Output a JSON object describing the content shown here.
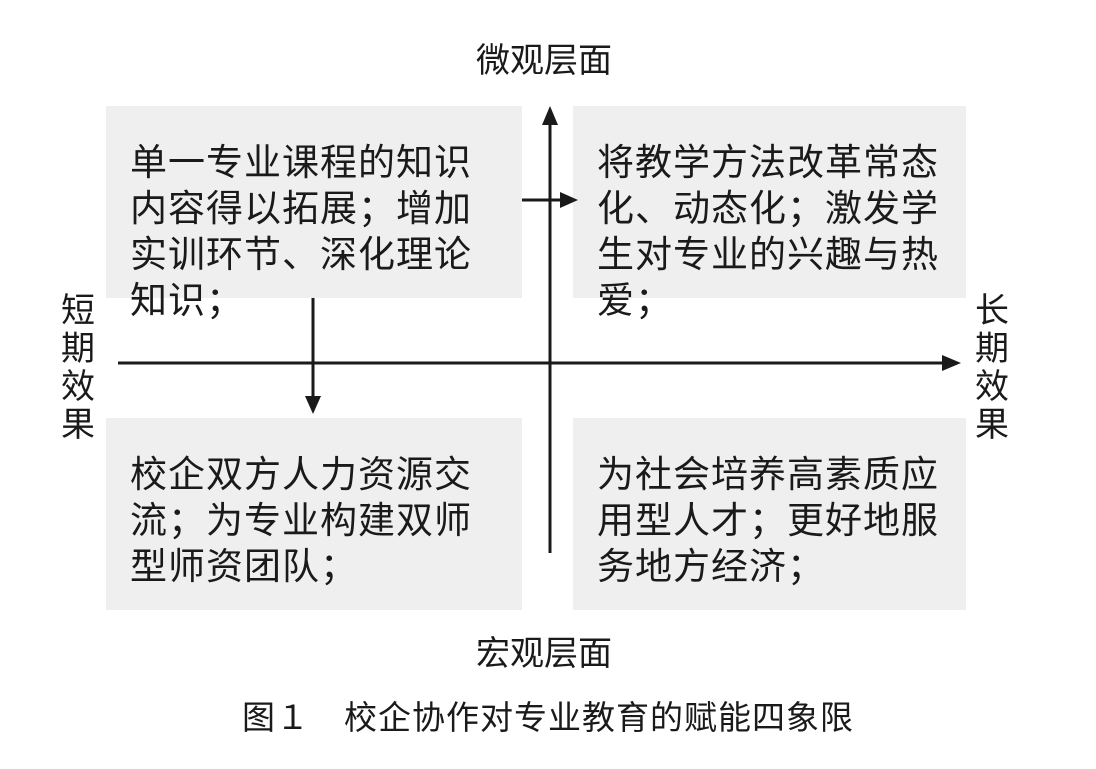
{
  "axes": {
    "top_label": "微观层面",
    "bottom_label": "宏观层面",
    "left_label": "短期效果",
    "right_label": "长期效果"
  },
  "quadrants": {
    "top_left": "单一专业课程的知识内容得以拓展；增加实训环节、深化理论知识；",
    "top_right": "将教学方法改革常态化、动态化；激发学生对专业的兴趣与热爱；",
    "bottom_left": "校企双方人力资源交流；为专业构建双师型师资团队；",
    "bottom_right": "为社会培养高素质应用型人才；更好地服务地方经济；"
  },
  "caption": "图１　校企协作对专业教育的赋能四象限",
  "colors": {
    "box_fill": "#efefef",
    "line": "#1a1a1a"
  }
}
